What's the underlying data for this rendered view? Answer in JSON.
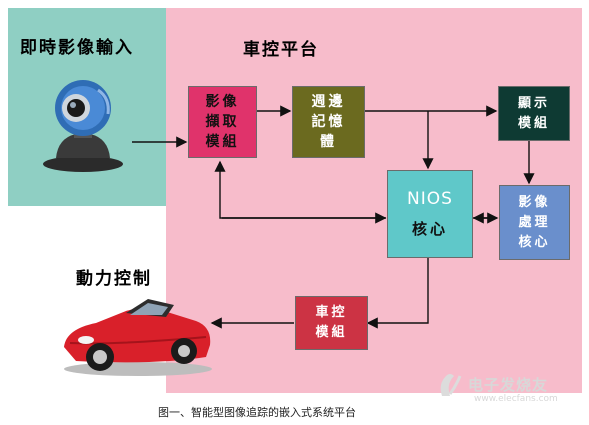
{
  "regions": {
    "input_label": "即時影像輸入",
    "platform_label": "車控平台",
    "drive_label": "動力控制"
  },
  "blocks": {
    "capture": "影像\n擷取\n模組",
    "memory": "週邊\n記憶\n體",
    "nios_title": "NIOS",
    "nios_core": "核心",
    "display": "顯示\n模組",
    "image_processing": "影像\n處理\n核心",
    "vehicle_control": "車控\n模組"
  },
  "caption": "图一、智能型图像追踪的嵌入式系统平台",
  "watermark": {
    "brand": "电子发烧友",
    "url": "www.elecfans.com"
  },
  "colors": {
    "capture": "#e0336b",
    "memory": "#6b6a1f",
    "nios": "#5fc8c9",
    "display": "#0e3a33",
    "image_processing": "#6a8fcc",
    "vehicle_control": "#cc3344"
  }
}
